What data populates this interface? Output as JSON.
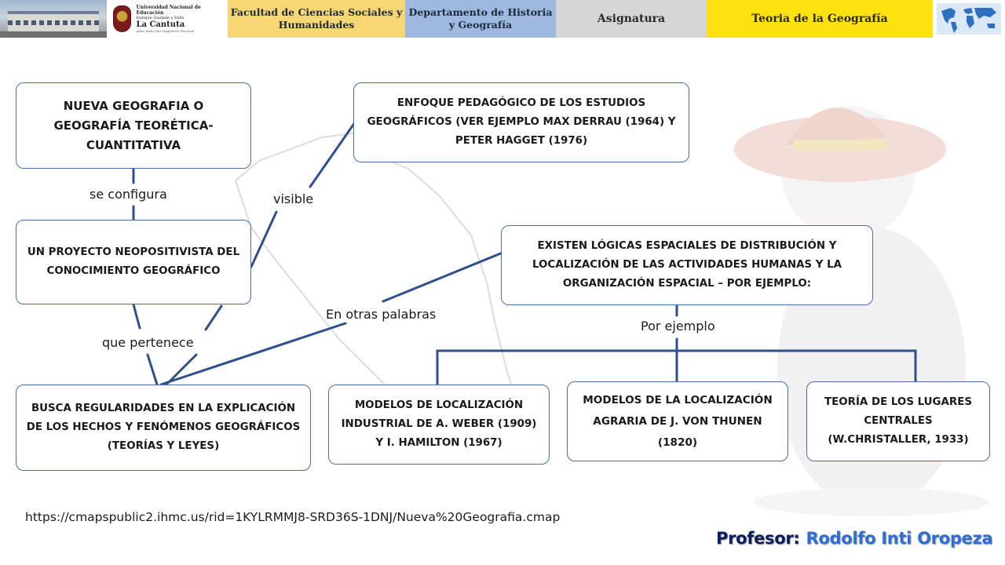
{
  "header": {
    "university": {
      "line1": "Universidad Nacional de Educación",
      "line2": "Enrique Guzmán y Valle",
      "line3": "La Cantuta",
      "line4": "Alma Máter del Magisterio Nacional"
    },
    "faculty": "Facultad de Ciencias Sociales y Humanidades",
    "department": "Departamento de Historia y Geografía",
    "subject_label": "Asignatura",
    "subject": "Teoria de la Geografía"
  },
  "nodes": {
    "nueva_geografia": "NUEVA GEOGRAFIA O GEOGRAFÍA TEORÉTICA-CUANTITATIVA",
    "proyecto": "UN PROYECTO NEOPOSITIVISTA DEL CONOCIMIENTO GEOGRÁFICO",
    "busca": "BUSCA REGULARIDADES EN LA EXPLICACIÓN DE LOS HECHOS Y FENÓMENOS GEOGRÁFICOS (TEORÍAS Y LEYES)",
    "enfoque": "ENFOQUE PEDAGÓGICO DE LOS ESTUDIOS GEOGRÁFICOS (VER EJEMPLO MAX DERRAU (1964) Y PETER HAGGET (1976)",
    "logicas": "EXISTEN LÓGICAS ESPACIALES DE DISTRIBUCIÓN Y LOCALIZACIÓN DE LAS ACTIVIDADES HUMANAS Y LA ORGANIZACIÓN ESPACIAL – POR EJEMPLO:",
    "weber": "MODELOS DE LOCALIZACIÓN INDUSTRIAL DE A. WEBER (1909) Y I. HAMILTON (1967)",
    "thunen": "MODELOS DE LA LOCALIZACIÓN AGRARIA DE J. VON THUNEN (1820)",
    "christaller": "TEORÍA DE LOS LUGARES CENTRALES (W.CHRISTALLER, 1933)"
  },
  "links": {
    "se_configura": "se configura",
    "visible": "visible",
    "que_pertenece": "que pertenece",
    "en_otras_palabras": "En otras palabras",
    "por_ejemplo": "Por ejemplo"
  },
  "source_url": "https://cmapspublic2.ihmc.us/rid=1KYLRMMJ8-SRD36S-1DNJ/Nueva%20Geografia.cmap",
  "professor": {
    "label": "Profesor:",
    "name": "Rodolfo Inti Oropeza"
  },
  "colors": {
    "connector": "#2f4f8f",
    "box_border": "#4a6fa5",
    "faculty_bg": "#f6d774",
    "department_bg": "#9fb8e0",
    "subject_label_bg": "#d5d5d5",
    "subject_bg": "#fde20f",
    "professor_label": "#0a1f5c",
    "professor_name": "#2e6fd1"
  },
  "icons": [
    "university-building-photo",
    "university-seal-icon",
    "world-map-icon",
    "peru-map-watermark",
    "cowboy-figure-watermark"
  ]
}
